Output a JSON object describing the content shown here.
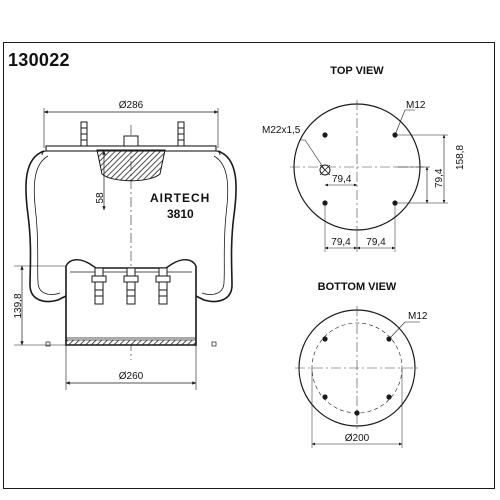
{
  "part_number": "130022",
  "brand": "AIRTECH",
  "model": "3810",
  "views": {
    "top": "TOP VIEW",
    "bottom": "BOTTOM VIEW"
  },
  "dimensions": {
    "top_plate_diameter": "Ø286",
    "piston_diameter": "Ø260",
    "height_piston": "139,8",
    "inner_offset": "58",
    "top_thread": "M12",
    "air_fitting": "M22x1,5",
    "top_hole_offset_x": "79,4",
    "top_hole_offset_y": "79,4",
    "top_hole_spacing_left": "79,4",
    "top_hole_spacing_right": "79,4",
    "top_hole_spacing_total": "158,8",
    "bottom_thread": "M12",
    "bottom_diameter": "Ø200"
  },
  "colors": {
    "line": "#1a1a1a",
    "center": "#444444",
    "background": "#ffffff"
  }
}
